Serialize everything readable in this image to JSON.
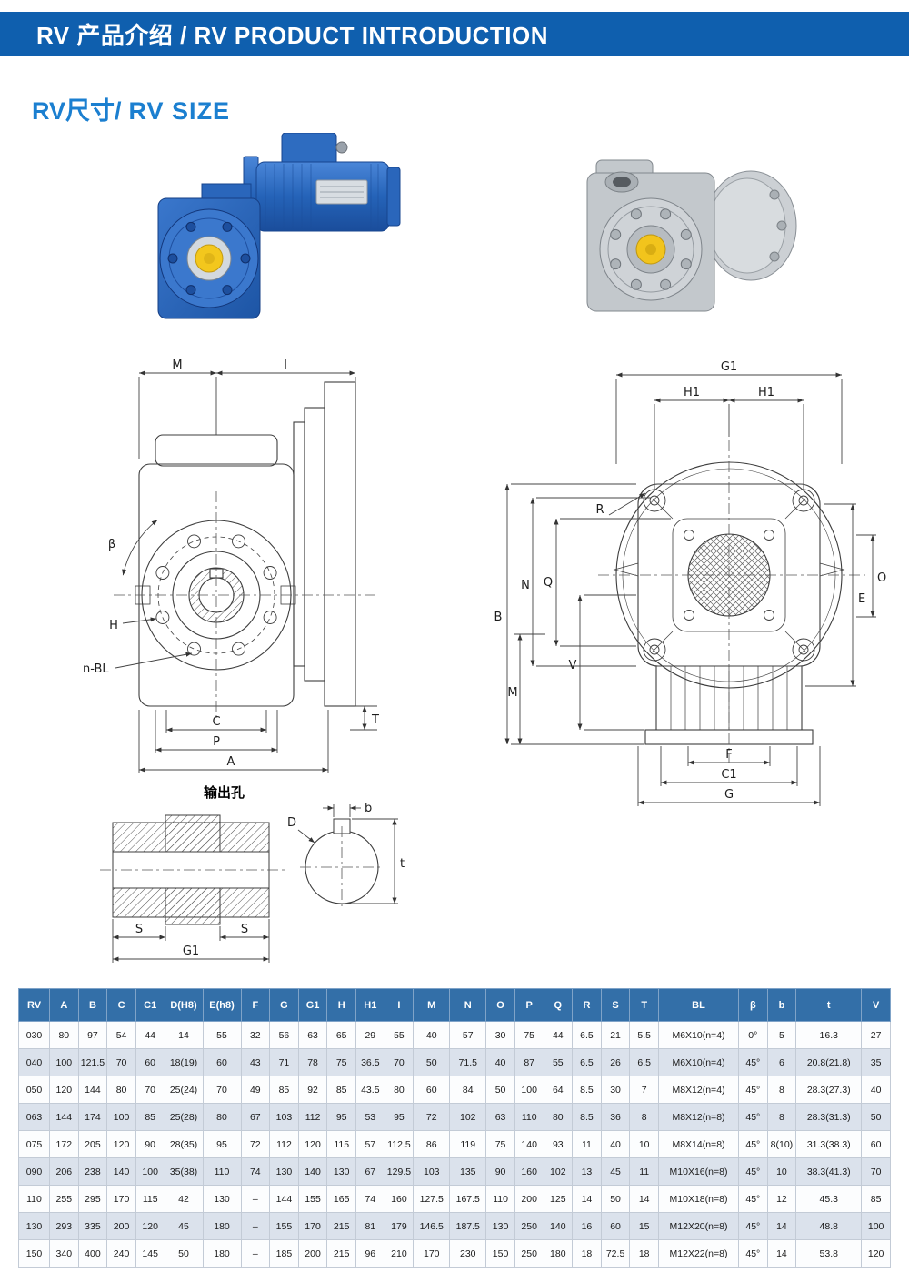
{
  "header": {
    "title": "RV 产品介绍 / RV PRODUCT INTRODUCTION"
  },
  "section": {
    "title_cn": "RV尺寸/",
    "title_en": "RV SIZE"
  },
  "drawings": {
    "front": {
      "M": "M",
      "I": "I",
      "beta": "β",
      "H": "H",
      "n_bl": "n-BL",
      "C": "C",
      "P": "P",
      "A": "A",
      "T": "T"
    },
    "side": {
      "G1": "G1",
      "H1_left": "H1",
      "H1_right": "H1",
      "R": "R",
      "B": "B",
      "N": "N",
      "Q": "Q",
      "M": "M",
      "V": "V",
      "O": "O",
      "E": "E",
      "F": "F",
      "C1": "C1",
      "G": "G"
    },
    "output": {
      "title": "输出孔",
      "b": "b",
      "D": "D",
      "t": "t",
      "S_left": "S",
      "S_right": "S",
      "G1": "G1"
    }
  },
  "table": {
    "headers": [
      "RV",
      "A",
      "B",
      "C",
      "C1",
      "D(H8)",
      "E(h8)",
      "F",
      "G",
      "G1",
      "H",
      "H1",
      "I",
      "M",
      "N",
      "O",
      "P",
      "Q",
      "R",
      "S",
      "T",
      "BL",
      "β",
      "b",
      "t",
      "V"
    ],
    "rows": [
      [
        "030",
        "80",
        "97",
        "54",
        "44",
        "14",
        "55",
        "32",
        "56",
        "63",
        "65",
        "29",
        "55",
        "40",
        "57",
        "30",
        "75",
        "44",
        "6.5",
        "21",
        "5.5",
        "M6X10(n=4)",
        "0°",
        "5",
        "16.3",
        "27"
      ],
      [
        "040",
        "100",
        "121.5",
        "70",
        "60",
        "18(19)",
        "60",
        "43",
        "71",
        "78",
        "75",
        "36.5",
        "70",
        "50",
        "71.5",
        "40",
        "87",
        "55",
        "6.5",
        "26",
        "6.5",
        "M6X10(n=4)",
        "45°",
        "6",
        "20.8(21.8)",
        "35"
      ],
      [
        "050",
        "120",
        "144",
        "80",
        "70",
        "25(24)",
        "70",
        "49",
        "85",
        "92",
        "85",
        "43.5",
        "80",
        "60",
        "84",
        "50",
        "100",
        "64",
        "8.5",
        "30",
        "7",
        "M8X12(n=4)",
        "45°",
        "8",
        "28.3(27.3)",
        "40"
      ],
      [
        "063",
        "144",
        "174",
        "100",
        "85",
        "25(28)",
        "80",
        "67",
        "103",
        "112",
        "95",
        "53",
        "95",
        "72",
        "102",
        "63",
        "110",
        "80",
        "8.5",
        "36",
        "8",
        "M8X12(n=8)",
        "45°",
        "8",
        "28.3(31.3)",
        "50"
      ],
      [
        "075",
        "172",
        "205",
        "120",
        "90",
        "28(35)",
        "95",
        "72",
        "112",
        "120",
        "115",
        "57",
        "112.5",
        "86",
        "119",
        "75",
        "140",
        "93",
        "11",
        "40",
        "10",
        "M8X14(n=8)",
        "45°",
        "8(10)",
        "31.3(38.3)",
        "60"
      ],
      [
        "090",
        "206",
        "238",
        "140",
        "100",
        "35(38)",
        "110",
        "74",
        "130",
        "140",
        "130",
        "67",
        "129.5",
        "103",
        "135",
        "90",
        "160",
        "102",
        "13",
        "45",
        "11",
        "M10X16(n=8)",
        "45°",
        "10",
        "38.3(41.3)",
        "70"
      ],
      [
        "110",
        "255",
        "295",
        "170",
        "115",
        "42",
        "130",
        "–",
        "144",
        "155",
        "165",
        "74",
        "160",
        "127.5",
        "167.5",
        "110",
        "200",
        "125",
        "14",
        "50",
        "14",
        "M10X18(n=8)",
        "45°",
        "12",
        "45.3",
        "85"
      ],
      [
        "130",
        "293",
        "335",
        "200",
        "120",
        "45",
        "180",
        "–",
        "155",
        "170",
        "215",
        "81",
        "179",
        "146.5",
        "187.5",
        "130",
        "250",
        "140",
        "16",
        "60",
        "15",
        "M12X20(n=8)",
        "45°",
        "14",
        "48.8",
        "100"
      ],
      [
        "150",
        "340",
        "400",
        "240",
        "145",
        "50",
        "180",
        "–",
        "185",
        "200",
        "215",
        "96",
        "210",
        "170",
        "230",
        "150",
        "250",
        "180",
        "18",
        "72.5",
        "18",
        "M12X22(n=8)",
        "45°",
        "14",
        "53.8",
        "120"
      ]
    ]
  }
}
